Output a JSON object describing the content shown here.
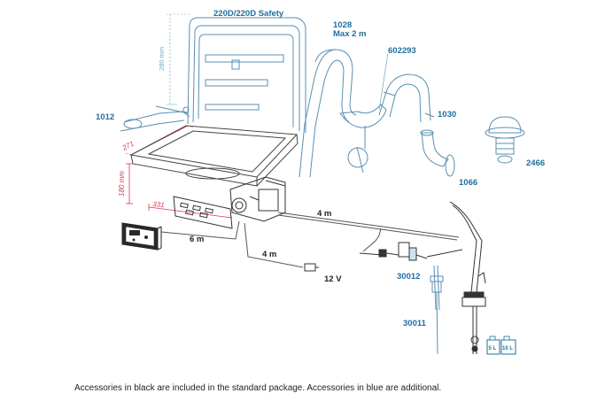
{
  "labels": {
    "model": "220D/220D Safety",
    "part_1028": "1028",
    "part_1028_note": "Max 2 m",
    "part_602293": "602293",
    "part_1012": "1012",
    "part_1030": "1030",
    "part_2466": "2466",
    "part_1066": "1066",
    "part_30012": "30012",
    "part_30011": "30011",
    "len_4m_right": "4 m",
    "len_4m_mid": "4 m",
    "len_6m": "6 m",
    "voltage": "12 V",
    "dim_280": "280 mm",
    "dim_271": "271",
    "dim_180": "180 mm",
    "dim_331": "331",
    "can_5l": "5 L",
    "can_10l": "10 L"
  },
  "caption": "Accessories in black are included in the standard package. Accessories in blue are additional.",
  "colors": {
    "outline": "#5a5a5a",
    "accessory_blue": "#1f6f9e",
    "accessory_blue_light": "#7cb9d6",
    "dimension_red": "#d63a4a",
    "standard_black": "#222222"
  }
}
